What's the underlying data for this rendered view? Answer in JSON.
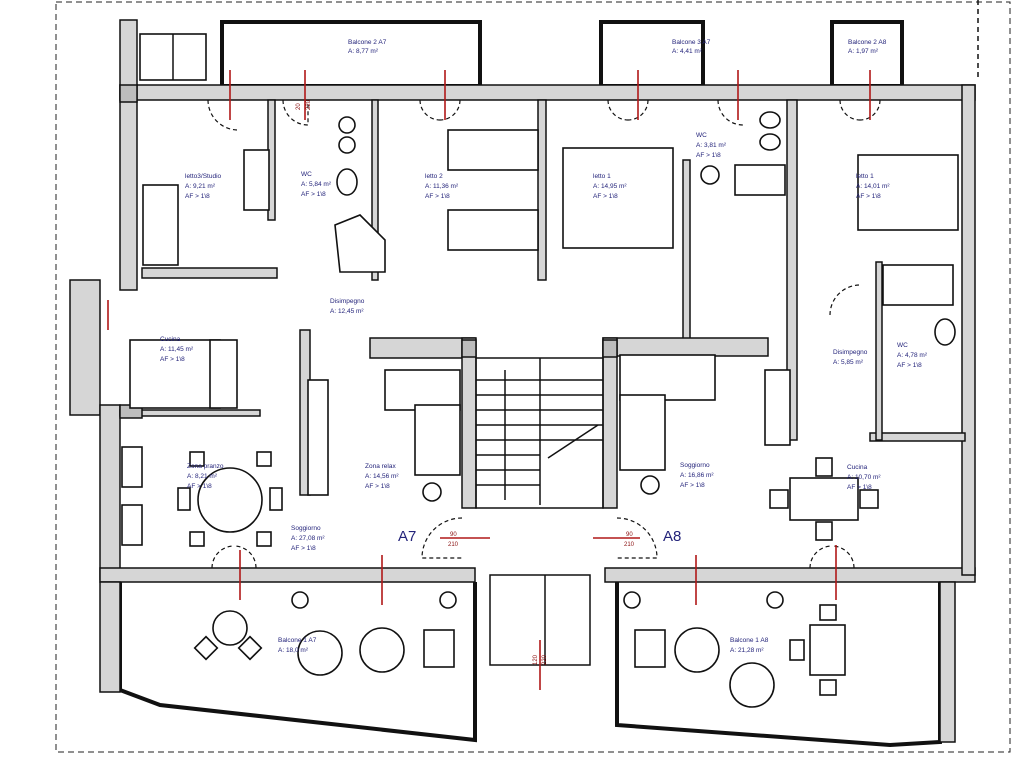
{
  "plan": {
    "units": {
      "a7": "A7",
      "a8": "A8"
    },
    "rooms": {
      "balcone2_a7": {
        "name": "Balcone 2 A7",
        "area": "A: 8,77 m²"
      },
      "balcone3_a7": {
        "name": "Balcone 3 A7",
        "area": "A: 4,41 m²"
      },
      "balcone2_a8": {
        "name": "Balcone 2 A8",
        "area": "A: 1,97 m²"
      },
      "letto3": {
        "name": "letto3/Studio",
        "area": "A: 9,21 m²",
        "af": "AF > 1\\8"
      },
      "wc_a7": {
        "name": "WC",
        "area": "A: 5,84 m²",
        "af": "AF > 1\\8"
      },
      "letto2": {
        "name": "letto 2",
        "area": "A: 11,36 m²",
        "af": "AF > 1\\8"
      },
      "letto1_a7": {
        "name": "letto 1",
        "area": "A: 14,95 m²",
        "af": "AF > 1\\8"
      },
      "wc2_a7": {
        "name": "WC",
        "area": "A: 3,81 m²",
        "af": "AF > 1\\8"
      },
      "letto1_a8": {
        "name": "letto 1",
        "area": "A: 14,01 m²",
        "af": "AF > 1\\8"
      },
      "disimpegno_a7": {
        "name": "Disimpegno",
        "area": "A: 12,45 m²"
      },
      "cucina_a7": {
        "name": "Cucina",
        "area": "A: 11,45 m²",
        "af": "AF > 1\\8"
      },
      "zona_pranzo": {
        "name": "Zona pranzo",
        "area": "A: 8,21 m²",
        "af": "AF > 1\\8"
      },
      "zona_relax": {
        "name": "Zona relax",
        "area": "A: 14,56 m²",
        "af": "AF > 1\\8"
      },
      "soggiorno_a7": {
        "name": "Soggiorno",
        "area": "A: 27,08 m²",
        "af": "AF > 1\\8"
      },
      "soggiorno_a8": {
        "name": "Soggiorno",
        "area": "A: 16,86 m²",
        "af": "AF > 1\\8"
      },
      "cucina_a8": {
        "name": "Cucina",
        "area": "A: 10,70 m²",
        "af": "AF > 1\\8"
      },
      "disimpegno_a8": {
        "name": "Disimpegno",
        "area": "A: 5,85 m²"
      },
      "wc_a8": {
        "name": "WC",
        "area": "A: 4,78 m²",
        "af": "AF > 1\\8"
      },
      "balcone1_a7": {
        "name": "Balcone 1 A7",
        "area": "A: 18,0 m²"
      },
      "balcone1_a8": {
        "name": "Balcone 1 A8",
        "area": "A: 21,28 m²"
      }
    },
    "door_tags": {
      "entry_w": "90",
      "entry_h": "210",
      "win_w": "20",
      "win_h": "220",
      "stair_w": "120",
      "stair_h": "220"
    }
  }
}
